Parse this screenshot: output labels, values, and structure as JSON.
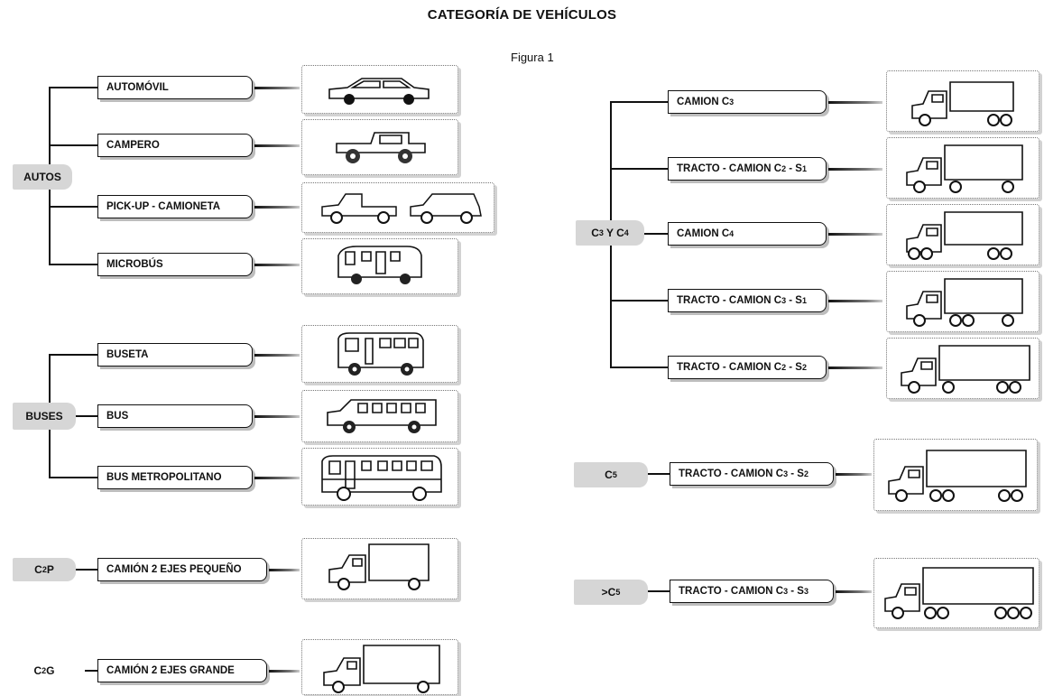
{
  "title": "CATEGORÍA DE VEHÍCULOS",
  "figure": "Figura 1",
  "groups": {
    "autos": "AUTOS",
    "buses": "BUSES",
    "c2p": [
      "C",
      "2",
      "P"
    ],
    "c2g": [
      "C",
      "2",
      "G"
    ],
    "c3c4": [
      "C",
      "3",
      " Y C",
      "4"
    ],
    "c5": [
      "C",
      "5"
    ],
    "gtc5": [
      ">C",
      "5"
    ]
  },
  "labels": {
    "automovil": "AUTOMÓVIL",
    "campero": "CAMPERO",
    "pickup": "PICK-UP - CAMIONETA",
    "microbus": "MICROBÚS",
    "buseta": "BUSETA",
    "bus": "BUS",
    "bus_metro": "BUS METROPOLITANO",
    "c2p": "CAMIÓN 2 EJES PEQUEÑO",
    "c2g": "CAMIÓN 2 EJES GRANDE",
    "camion_c3": [
      "CAMION C",
      "3"
    ],
    "tracto_c2s1": [
      "TRACTO - CAMION C",
      "2",
      " - S",
      "1"
    ],
    "camion_c4": [
      "CAMION C",
      "4"
    ],
    "tracto_c3s1": [
      "TRACTO - CAMION C",
      "3",
      " - S",
      "1"
    ],
    "tracto_c2s2": [
      "TRACTO - CAMION C",
      "2",
      " - S",
      "2"
    ],
    "tracto_c3s2": [
      "TRACTO - CAMION C",
      "3",
      " - S",
      "2"
    ],
    "tracto_c3s3": [
      "TRACTO - CAMION C",
      "3",
      " - S",
      "3"
    ]
  },
  "icons": [
    "car-icon",
    "jeep-icon",
    "pickup-icon",
    "microbus-icon",
    "buseta-icon",
    "bus-icon",
    "metro-bus-icon",
    "small-truck-icon",
    "large-truck-icon",
    "truck-c3-icon",
    "tractor-c2s1-icon",
    "truck-c4-icon",
    "tractor-c3s1-icon",
    "tractor-c2s2-icon",
    "tractor-c3s2-icon",
    "tractor-c3s3-icon"
  ]
}
